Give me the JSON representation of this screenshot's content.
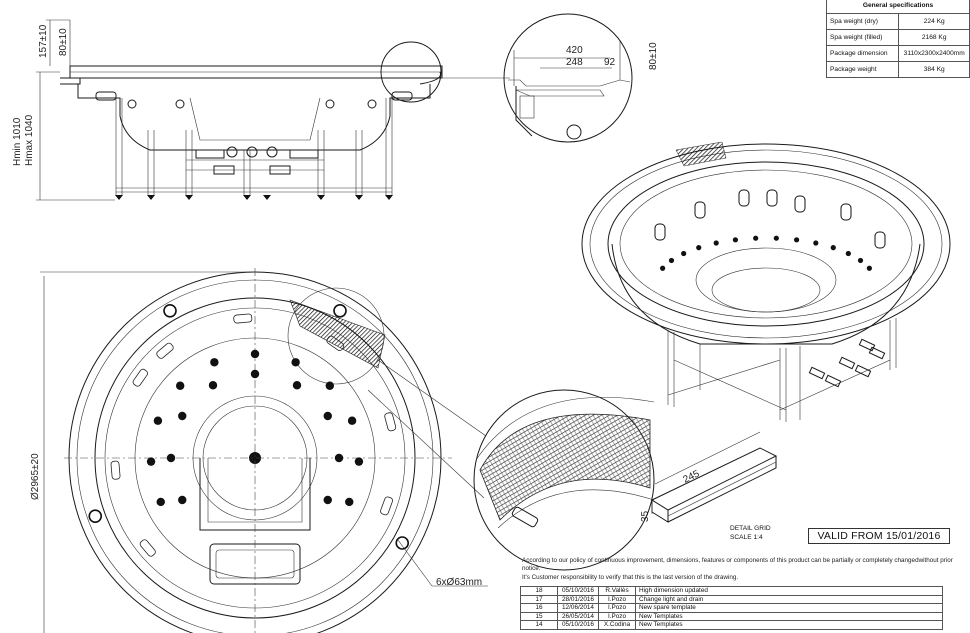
{
  "side_view": {
    "dim_157": "157±10",
    "dim_80": "80±10",
    "dim_hmin": "Hmin 1010",
    "dim_hmax": "Hmax 1040"
  },
  "detail_top": {
    "dim_420": "420",
    "dim_248": "248",
    "dim_92": "92",
    "dim_80": "80±10"
  },
  "top_view": {
    "diameter": "Ø2965±20",
    "holes": "6xØ63mm"
  },
  "grid_detail": {
    "length": "245",
    "height": "35",
    "title": "DETAIL GRID",
    "scale": "SCALE 1:4"
  },
  "specs": {
    "title": "General specifications",
    "rows": [
      {
        "label": "Spa weight (dry)",
        "value": "224 Kg"
      },
      {
        "label": "Spa weight (filled)",
        "value": "2168 Kg"
      },
      {
        "label": "Package dimension",
        "value": "3110x2300x2400mm"
      },
      {
        "label": "Package weight",
        "value": "384 Kg"
      }
    ]
  },
  "valid_from": "VALID FROM 15/01/2016",
  "policy": {
    "line1": "According to our policy of continuous improvement, dimensions, features or components of this product can be partially or completely changedwithout prior notice.",
    "line2": "It's Customer responsibility to verify that this is the last version of the drawing."
  },
  "revisions": [
    {
      "num": "18",
      "date": "05/10/2016",
      "author": "R.Vallès",
      "desc": "High dimension updated"
    },
    {
      "num": "17",
      "date": "28/01/2016",
      "author": "I.Pozo",
      "desc": "Change light and drain"
    },
    {
      "num": "16",
      "date": "12/06/2014",
      "author": "I.Pozo",
      "desc": "New spare template"
    },
    {
      "num": "15",
      "date": "26/05/2014",
      "author": "I.Pozo",
      "desc": "New Templates"
    },
    {
      "num": "14",
      "date": "05/10/2016",
      "author": "X.Codina",
      "desc": "New Templates"
    }
  ]
}
